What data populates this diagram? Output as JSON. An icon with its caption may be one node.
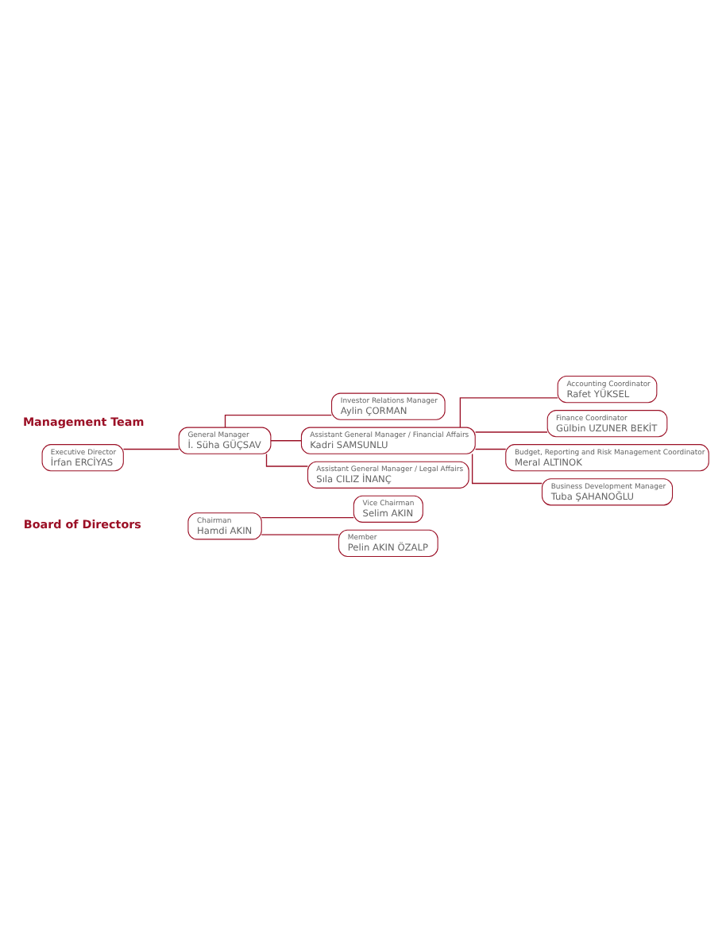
{
  "diagram": {
    "nodes": [
      {
        "text": [
          "Chairman",
          "Hamdi AKIN"
        ]
      },
      {
        "text": [
          "Vice Chairman",
          "Selim AKIN"
        ]
      },
      {
        "text": [
          "Executive Director",
          "İrfan ERCİYAS"
        ]
      },
      {
        "text": [
          "Member",
          "Pelin AKIN ÖZALP"
        ]
      },
      {
        "text": [
          "General Manager",
          "İ. Süha GÜÇSAV"
        ]
      },
      {
        "text": [
          "Investor Relations Manager",
          "Aylin ÇORMAN"
        ]
      },
      {
        "text": [
          "Assistant General Manager / Financial Affairs",
          "Kadri SAMSUNLU"
        ]
      },
      {
        "text": [
          "Assistant General Manager / Legal Affairs",
          "Sıla CILIZ İNANÇ"
        ]
      },
      {
        "text": [
          "Accounting Coordinator",
          "Rafet YÜKSEL"
        ]
      },
      {
        "text": [
          "Finance Coordinator",
          "Gülbin UZUNER BEKİT"
        ]
      },
      {
        "text": [
          "Budget, Reporting and Risk Management Coordinator",
          "Meral ALTINOK"
        ]
      },
      {
        "text": [
          "Business Development Manager",
          "Tuba ŞAHANOĞLU"
        ]
      }
    ],
    "edges": [
      {
        "from": 0,
        "to": 1,
        "arrow": "none"
      },
      {
        "from": 0,
        "to": 3,
        "arrow": "none"
      },
      {
        "from": 2,
        "to": 4,
        "arrow": "none"
      },
      {
        "from": 4,
        "to": 5,
        "arrow": "none"
      },
      {
        "from": 4,
        "to": 6,
        "arrow": "none"
      },
      {
        "from": 4,
        "to": 7,
        "arrow": "none"
      },
      {
        "from": 6,
        "to": 8,
        "arrow": "none"
      },
      {
        "from": 6,
        "to": 9,
        "arrow": "none"
      },
      {
        "from": 6,
        "to": 10,
        "arrow": "none"
      },
      {
        "from": 6,
        "to": 11,
        "arrow": "none"
      }
    ],
    "labels": [
      "Board of Directors",
      "Management Team"
    ]
  }
}
